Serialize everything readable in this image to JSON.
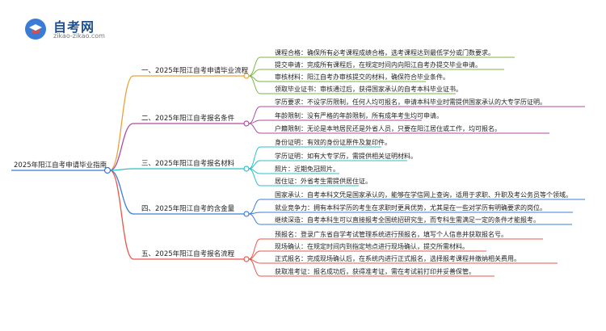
{
  "logo": {
    "title": "自考网",
    "url": "zikao-zikao.com"
  },
  "root": "2025年阳江自考申请毕业指南",
  "branches": [
    {
      "label": "一、2025年阳江自考申请毕业流程",
      "color": "#e8a33d",
      "leaf_color": "#7ab648",
      "leaves": [
        "课程合格：确保所有必考课程成绩合格，选考课程达到最低学分或门数要求。",
        "提交申请：完成所有课程后，在规定时间内向阳江自考办提交毕业申请。",
        "审核材料：阳江自考办审核提交的材料，确保符合毕业条件。",
        "领取毕业证书：审核通过后，获得国家承认的自考本科毕业证书。"
      ]
    },
    {
      "label": "二、2025年阳江自考报名条件",
      "color": "#b04aa5",
      "leaf_color": "#b04aa5",
      "leaves": [
        "学历要求：不设学历限制，任何人均可报名，申请本科毕业时需提供国家承认的大专学历证明。",
        "年龄限制：没有严格的年龄限制，所有成年考生均可申请。",
        "户籍限制：无论是本地居民还是外省人员，只要在阳江居住或工作，均可报名。"
      ]
    },
    {
      "label": "三、2025年阳江自考报名材料",
      "color": "#2cc0c8",
      "leaf_color": "#2cc0c8",
      "leaves": [
        "身份证明：有效的身份证原件及复印件。",
        "学历证明：如有大专学历，需提供相关证明材料。",
        "照片：近期免冠照片。",
        "居住证：外省考生需提供居住证。"
      ]
    },
    {
      "label": "四、2025年阳江自考的含金量",
      "color": "#3d7fd8",
      "leaf_color": "#3d7fd8",
      "leaves": [
        "国家承认：自考本科文凭是国家承认的，能够在学信网上查询，适用于求职、升职及考公务员等个领域。",
        "就业竞争力：拥有本科学历的考生在求职时更具优势，尤其是在一些对学历有明确要求的岗位。",
        "继续深造：自考本科生可以直接报考全国统招研究生，而专科生需满足一定的条件才能报考。"
      ]
    },
    {
      "label": "五、2025年阳江自考报名流程",
      "color": "#e8574a",
      "leaf_color": "#e8574a",
      "leaves": [
        "预报名：登录广东省自学考试管理系统进行预报名，填写个人信息并获取报名号。",
        "现场确认：在规定时间内到指定地点进行现场确认，提交所需材料。",
        "正式报名：完成现场确认后，在系统内进行正式报名，选择报考课程并缴纳相关费用。",
        "获取准考证：报名成功后，获得准考证，需在考试前打印并妥善保管。"
      ]
    }
  ]
}
